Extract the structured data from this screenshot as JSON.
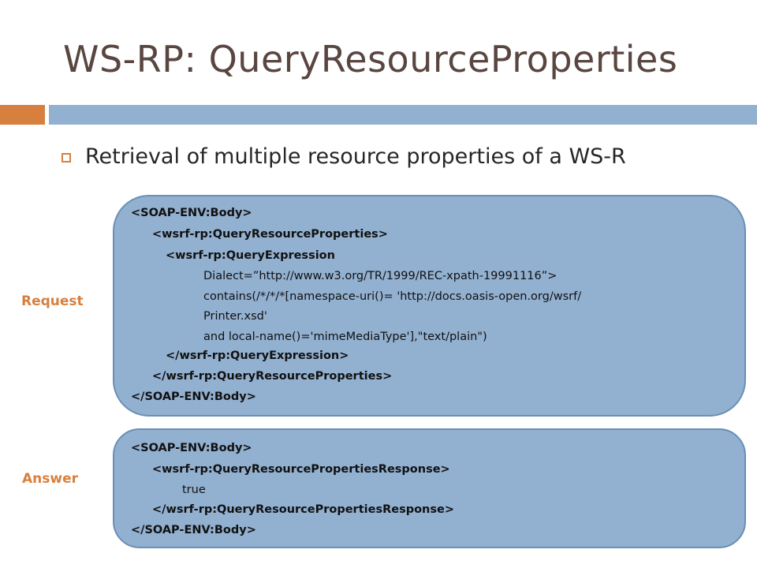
{
  "slide": {
    "title": "WS-RP: QueryResourceProperties",
    "bullet": "Retrieval of multiple resource properties of a WS-R",
    "request_label": "Request",
    "answer_label": "Answer",
    "request_lines": [
      "<SOAP-ENV:Body>",
      "<wsrf-rp:QueryResourceProperties>",
      "<wsrf-rp:QueryExpression",
      "Dialect=”http://www.w3.org/TR/1999/REC-xpath-19991116”>",
      "contains(/*/*/*[namespace-uri()= 'http://docs.oasis-open.org/wsrf/",
      "Printer.xsd'",
      "and local-name()='mimeMediaType'],\"text/plain\")",
      "</wsrf-rp:QueryExpression>",
      "</wsrf-rp:QueryResourceProperties>",
      "</SOAP-ENV:Body>"
    ],
    "answer_lines": [
      "<SOAP-ENV:Body>",
      "<wsrf-rp:QueryResourcePropertiesResponse>",
      "true",
      "</wsrf-rp:QueryResourcePropertiesResponse>",
      "</SOAP-ENV:Body>"
    ],
    "colors": {
      "accent_orange": "#d7803e",
      "panel_blue": "#92b0d0",
      "title_brown": "#5a4640"
    }
  }
}
